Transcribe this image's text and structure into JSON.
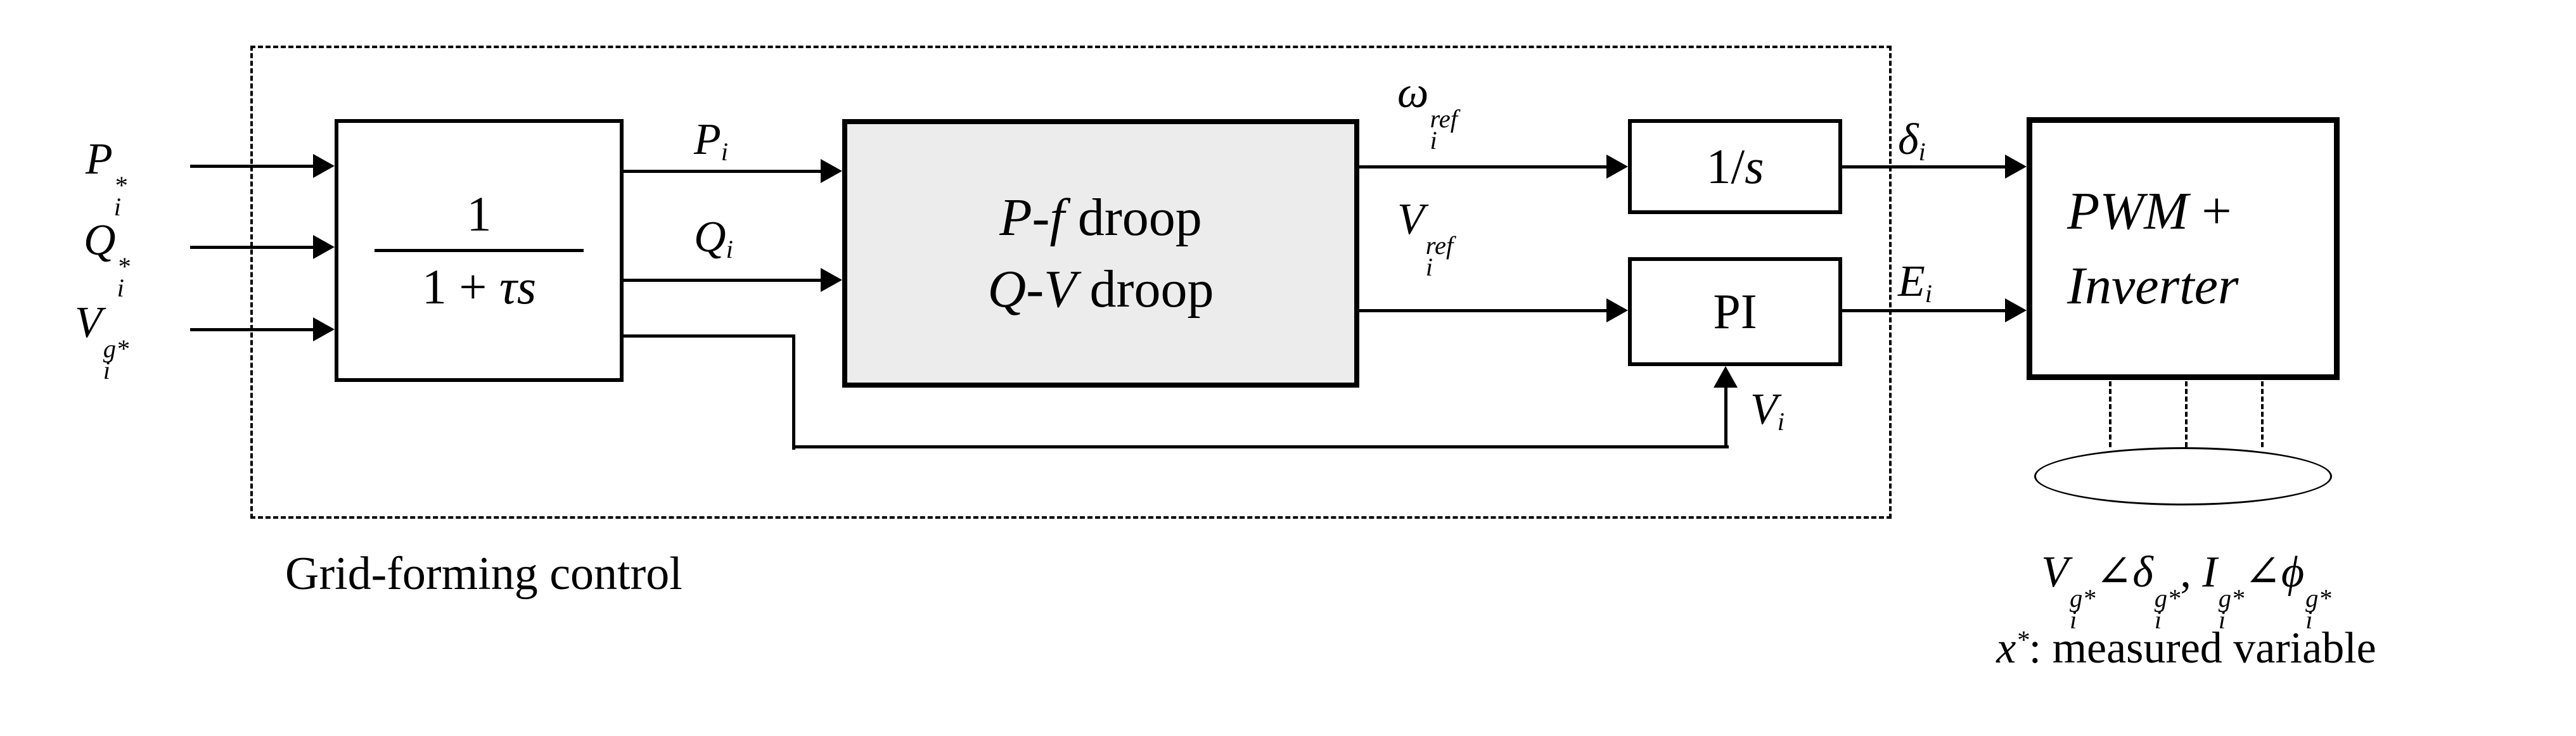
{
  "colors": {
    "line": "#000000",
    "droop_fill": "#ececec",
    "block_fill": "#ffffff",
    "background": "#ffffff"
  },
  "region": {
    "label": "Grid-forming control"
  },
  "inputs": [
    {
      "label": "P^{*}_{i}"
    },
    {
      "label": "Q^{*}_{i}"
    },
    {
      "label": "V^{g*}_{i}"
    }
  ],
  "filter": {
    "numerator": "[[1]]",
    "denominator": "[[1 + ]]τs"
  },
  "signals": {
    "p": "P_{i}",
    "q": "Q_{i}",
    "omega_ref": "ω^{ref}_{i}",
    "v_ref": "V^{ref}_{i}",
    "delta": "δ_{i}",
    "e": "E_{i}",
    "v_meas": "V_{i}"
  },
  "droop": {
    "line1": "P-f[[ droop]]",
    "line2": "Q-V[[ droop]]"
  },
  "integrator": {
    "label": "[[1/]]s"
  },
  "pi": {
    "label": "[[PI]]"
  },
  "pwm": {
    "line1": "PWM [[+]]",
    "line2": "Inverter"
  },
  "footer": {
    "measured": "V^{g*}_{i}[[∠]]δ^{g*}_{i}[[, ]]I^{g*}_{i}[[∠]]ϕ^{g*}_{i}",
    "note": "x^{*}[[: measured variable]]"
  }
}
